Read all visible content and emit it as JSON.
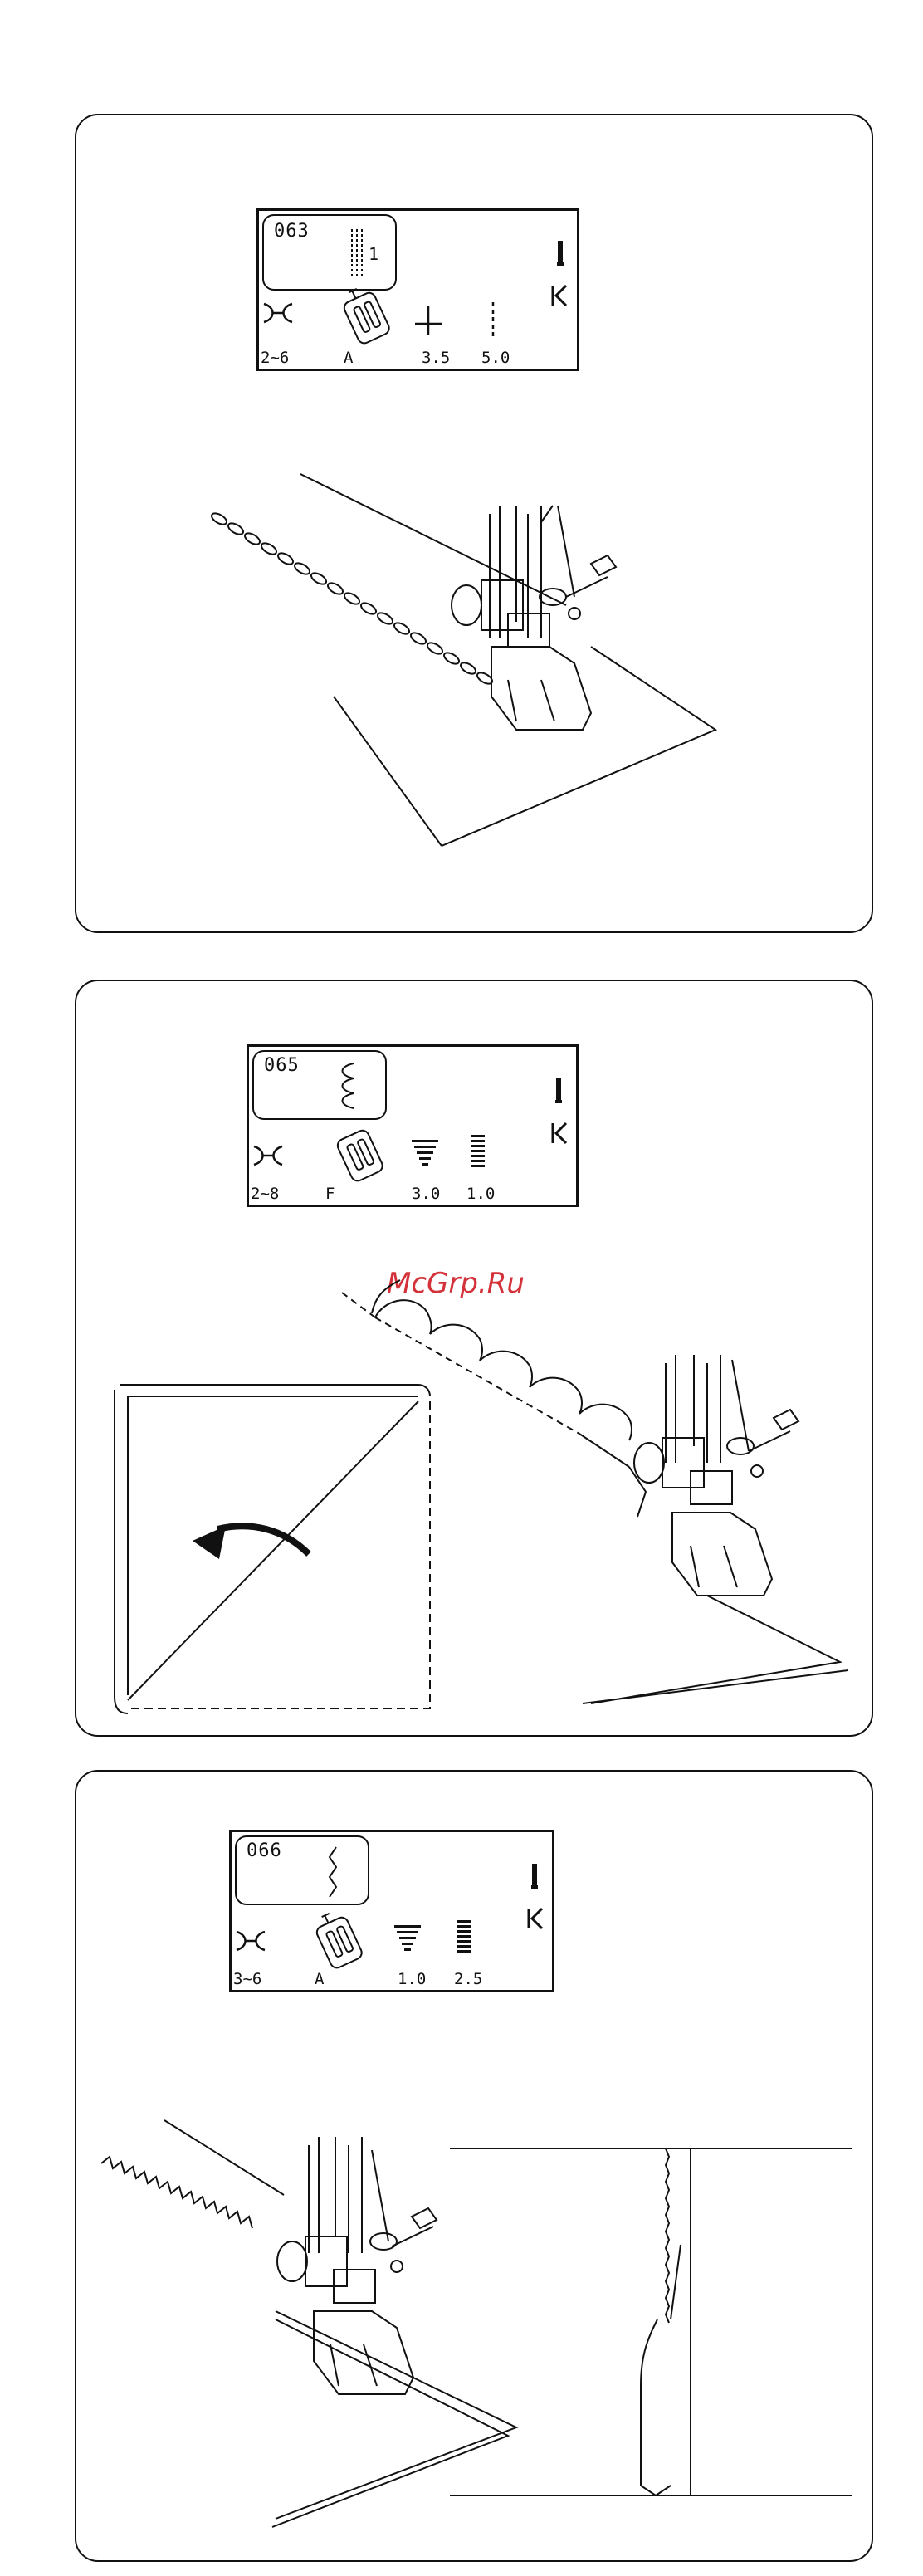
{
  "watermark": "McGrp.Ru",
  "panels": [
    {
      "pattern_number": "063",
      "pattern_subnumber": "1",
      "presser_foot": "A",
      "tension_range": "2~6",
      "stitch_width": "3.5",
      "stitch_length": "5.0",
      "icons": [
        "tension-icon",
        "presser-foot-icon",
        "stitch-width-icon",
        "stitch-length-icon",
        "needle-icon",
        "needle-position-icon"
      ]
    },
    {
      "pattern_number": "065",
      "presser_foot": "F",
      "tension_range": "2~8",
      "stitch_width": "3.0",
      "stitch_length": "1.0",
      "icons": [
        "tension-icon",
        "presser-foot-icon",
        "stitch-width-icon",
        "stitch-length-icon",
        "needle-icon",
        "needle-position-icon"
      ]
    },
    {
      "pattern_number": "066",
      "presser_foot": "A",
      "tension_range": "3~6",
      "stitch_width": "1.0",
      "stitch_length": "2.5",
      "icons": [
        "tension-icon",
        "presser-foot-icon",
        "stitch-width-icon",
        "stitch-length-icon",
        "needle-icon",
        "needle-position-icon"
      ]
    }
  ]
}
